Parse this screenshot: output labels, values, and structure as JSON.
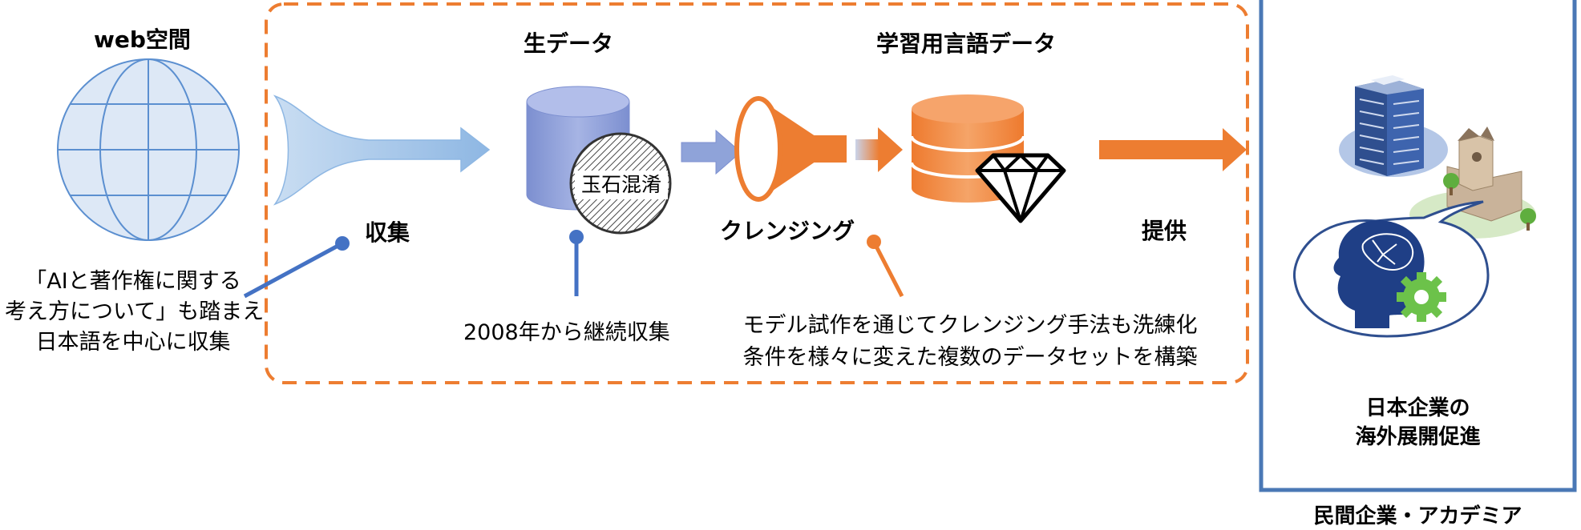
{
  "web": {
    "title": "web空間"
  },
  "raw": {
    "title": "生データ",
    "badge": "玉石混淆"
  },
  "training": {
    "title": "学習用言語データ"
  },
  "steps": {
    "collect": "収集",
    "cleansing": "クレンジング",
    "provide": "提供"
  },
  "notes": {
    "left": [
      "「AIと著作権に関する",
      "考え方について」も踏まえ",
      "日本語を中心に収集"
    ],
    "raw": "2008年から継続収集",
    "cleansing": [
      "モデル試作を通じてクレンジング手法も洗練化",
      "条件を様々に変えた複数のデータセットを構築"
    ]
  },
  "right_panel": {
    "caption": [
      "日本企業の",
      "海外展開促進"
    ],
    "footer": "民間企業・アカデミア"
  },
  "colors": {
    "orange": "#ED7D31",
    "blue_line": "#4472C4",
    "globe_fill": "#DDE8F6",
    "panel_border": "#4A78B5"
  }
}
